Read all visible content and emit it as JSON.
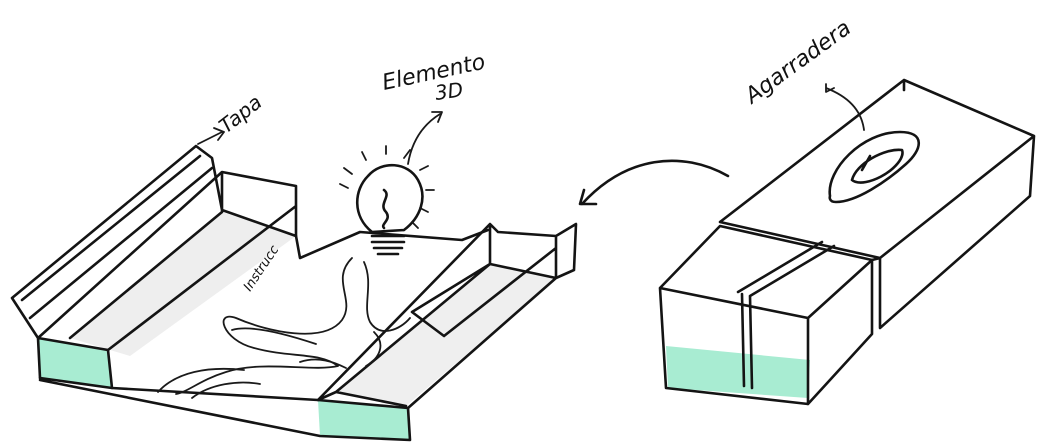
{
  "labels": {
    "tapa": "Tapa",
    "elemento": "Elemento",
    "elemento_3d": "3D",
    "agarradera": "Agarradera",
    "instrucc": "Instrucc"
  },
  "colors": {
    "ink": "#141414",
    "paper": "#ffffff",
    "mint": "#a8ecd2",
    "shade": "#e9e9e9"
  }
}
